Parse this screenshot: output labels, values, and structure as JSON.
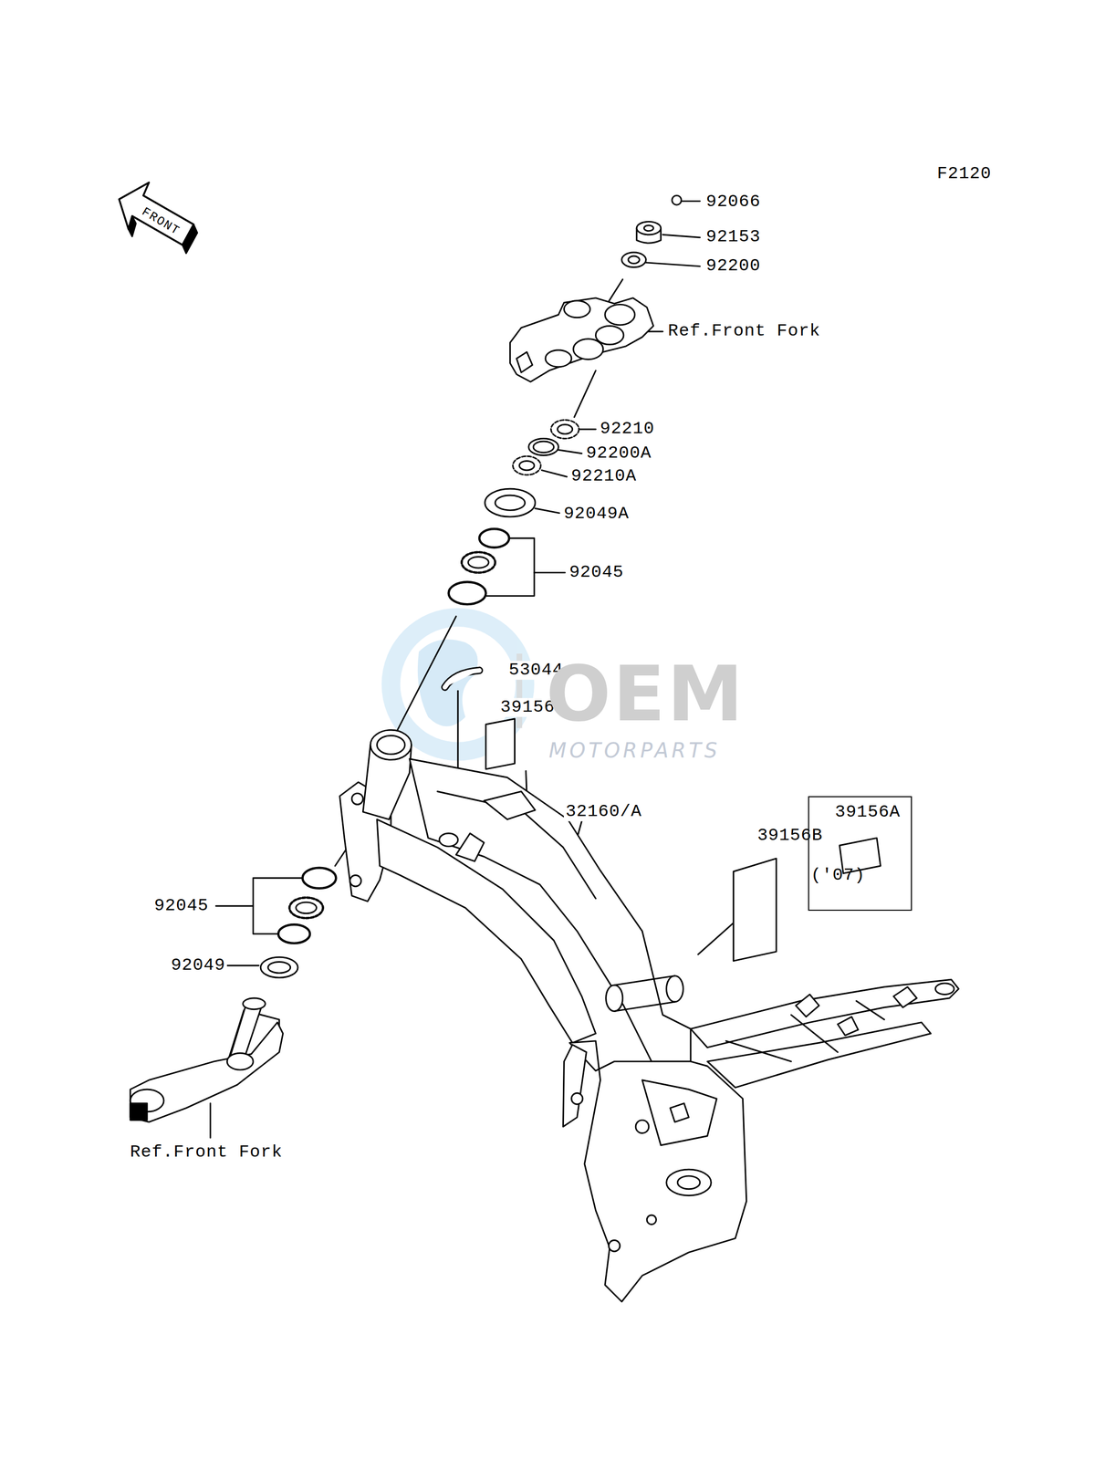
{
  "diagram": {
    "nodes": [
      {
        "text": [
          "39156A",
          "('07)"
        ]
      }
    ],
    "labels": [
      "F2120",
      "FRONT",
      "92066",
      "92153",
      "92200",
      "Ref.Front Fork",
      "92210",
      "92200A",
      "92210A",
      "92049A",
      "92045",
      "53044",
      "39156",
      "OEM",
      "MOTORPARTS",
      "32160/A",
      "39156B",
      "92045",
      "92049",
      "Ref.Front Fork"
    ]
  }
}
